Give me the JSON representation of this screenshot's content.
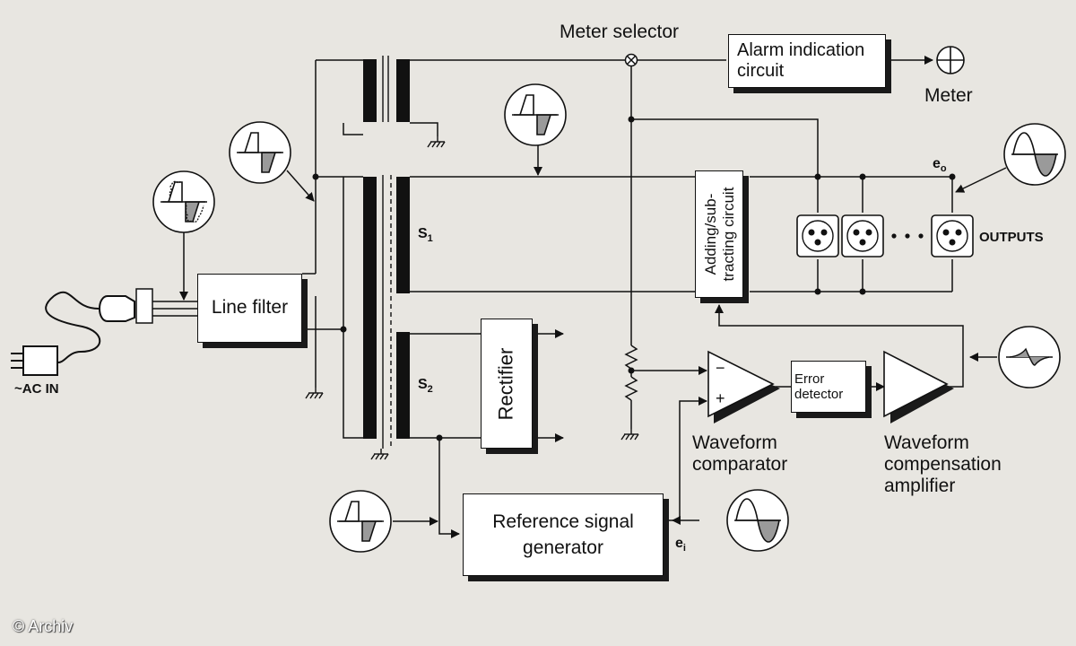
{
  "title": "",
  "labels": {
    "meter_selector": "Meter selector",
    "meter": "Meter",
    "outputs": "OUTPUTS",
    "ac_in": "~AC  IN",
    "s1_main": "S",
    "s1_sub": "1",
    "s2_main": "S",
    "s2_sub": "2",
    "eo_main": "e",
    "eo_sub": "o",
    "ei_main": "e",
    "ei_sub": "i",
    "waveform_comparator": "Waveform\ncomparator",
    "waveform_compensation_amplifier": "Waveform\ncompensation\namplifier",
    "credit": "© Archiv"
  },
  "blocks": {
    "alarm_indication_circuit": "Alarm indication\ncircuit",
    "line_filter": "Line filter",
    "adding_subtracting_circuit": "Adding/sub-\ntracting circuit",
    "rectifier": "Rectifier",
    "reference_signal_generator": "Reference signal\ngenerator",
    "error_detector": "Error\ndetector"
  },
  "comparator_signs": {
    "minus": "−",
    "plus": "+"
  },
  "icons": [
    "meter-icon",
    "plug-icon",
    "socket-icon",
    "ground-icon",
    "waveform-icon",
    "xlr-output-icon",
    "transformer-icon",
    "resistor-icon",
    "amplifier-icon"
  ],
  "colors": {
    "background": "#e8e6e1",
    "line": "#111111",
    "waveform_fill": "#9a9a9a"
  }
}
